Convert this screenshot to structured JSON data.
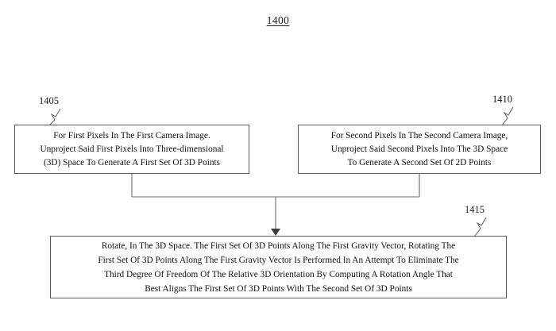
{
  "figure": {
    "number": "1400"
  },
  "boxes": [
    {
      "ref": "1405",
      "lines": [
        "For First Pixels In The First Camera Image.",
        "Unproject Said First Pixels Into Three-dimensional",
        "(3D) Space To Generate A First Set Of 3D Points"
      ]
    },
    {
      "ref": "1410",
      "lines": [
        "For Second Pixels In The Second Camera Image,",
        "Unproject Said Second Pixels Into The 3D Space",
        "To Generate A Second Set Of 2D Points"
      ]
    },
    {
      "ref": "1415",
      "lines": [
        "Rotate, In The 3D Space. The First Set Of 3D Points Along The First Gravity Vector, Rotating The",
        "First Set Of 3D Points Along The First Gravity Vector Is Performed In An Attempt To Eliminate The",
        "Third Degree Of Freedom Of The Relative 3D Orientation By Computing A Rotation Angle That",
        "Best Aligns The First Set Of 3D Points With The Second Set Of 3D Points"
      ]
    }
  ],
  "colors": {
    "background": "#ffffff",
    "box_border": "#555a5e",
    "text": "#111111",
    "connector": "#6a6e72"
  }
}
